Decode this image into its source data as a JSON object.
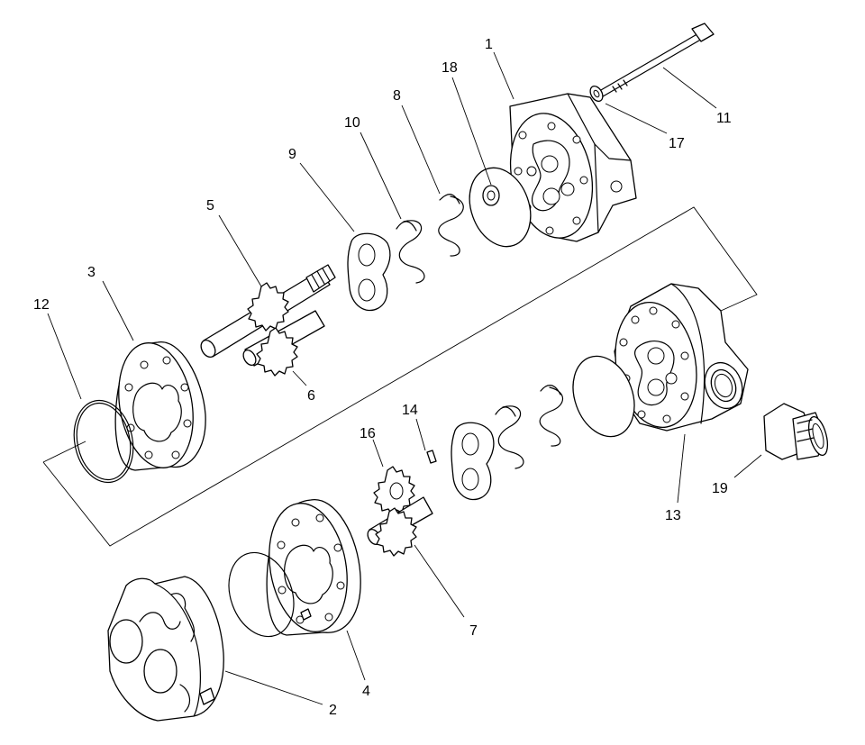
{
  "diagram": {
    "labels": {
      "p1": "1",
      "p2": "2",
      "p3": "3",
      "p4": "4",
      "p5": "5",
      "p6": "6",
      "p7": "7",
      "p8": "8",
      "p9": "9",
      "p10": "10",
      "p11": "11",
      "p12": "12",
      "p13": "13",
      "p14": "14",
      "p16": "16",
      "p17": "17",
      "p18": "18",
      "p19": "19"
    }
  }
}
